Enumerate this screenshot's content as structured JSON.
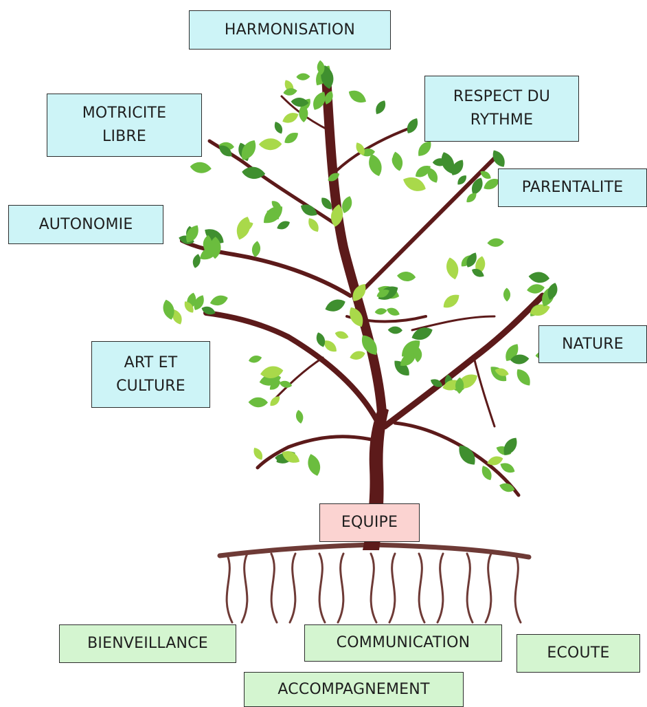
{
  "colors": {
    "branch_label_fill": "#cdf4f7",
    "root_label_fill": "#d4f5d0",
    "trunk_label_fill": "#fbd3d1",
    "trunk": "#5c1a1a",
    "roots": "#6e3a36",
    "leaf_dark": "#3f8f2f",
    "leaf_mid": "#6bbd3e",
    "leaf_light": "#a9d94a"
  },
  "branch_labels": {
    "harmonisation": "HARMONISATION",
    "respect_du_rythme": [
      "RESPECT DU",
      "RYTHME"
    ],
    "motricite_libre": [
      "MOTRICITE",
      "LIBRE"
    ],
    "parentalite": "PARENTALITE",
    "autonomie": "AUTONOMIE",
    "nature": "NATURE",
    "art_et_culture": [
      "ART ET",
      "CULTURE"
    ]
  },
  "trunk_label": "EQUIPE",
  "root_labels": {
    "bienveillance": "BIENVEILLANCE",
    "communication": "COMMUNICATION",
    "ecoute": "ECOUTE",
    "accompagnement": "ACCOMPAGNEMENT"
  }
}
